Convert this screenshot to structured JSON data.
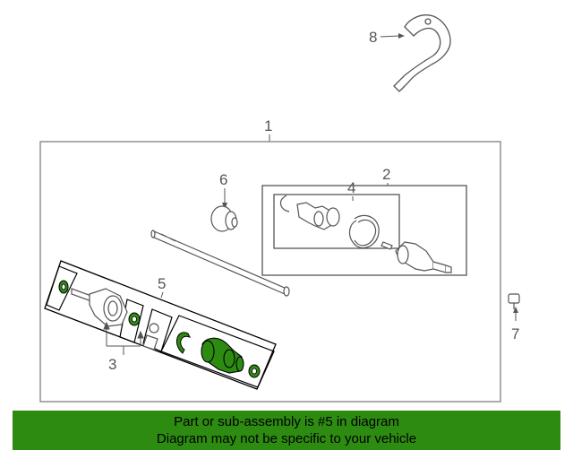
{
  "diagram": {
    "callouts": {
      "c1": "1",
      "c2": "2",
      "c3": "3",
      "c4": "4",
      "c5": "5",
      "c6": "6",
      "c7": "7",
      "c8": "8"
    },
    "colors": {
      "highlight": "#2e8b12",
      "line": "#555555",
      "frame": "#888888"
    }
  },
  "banner": {
    "line1": "Part or sub-assembly is #5 in diagram",
    "line2": "Diagram may not be specific to your vehicle",
    "color": "#2e8b12"
  }
}
